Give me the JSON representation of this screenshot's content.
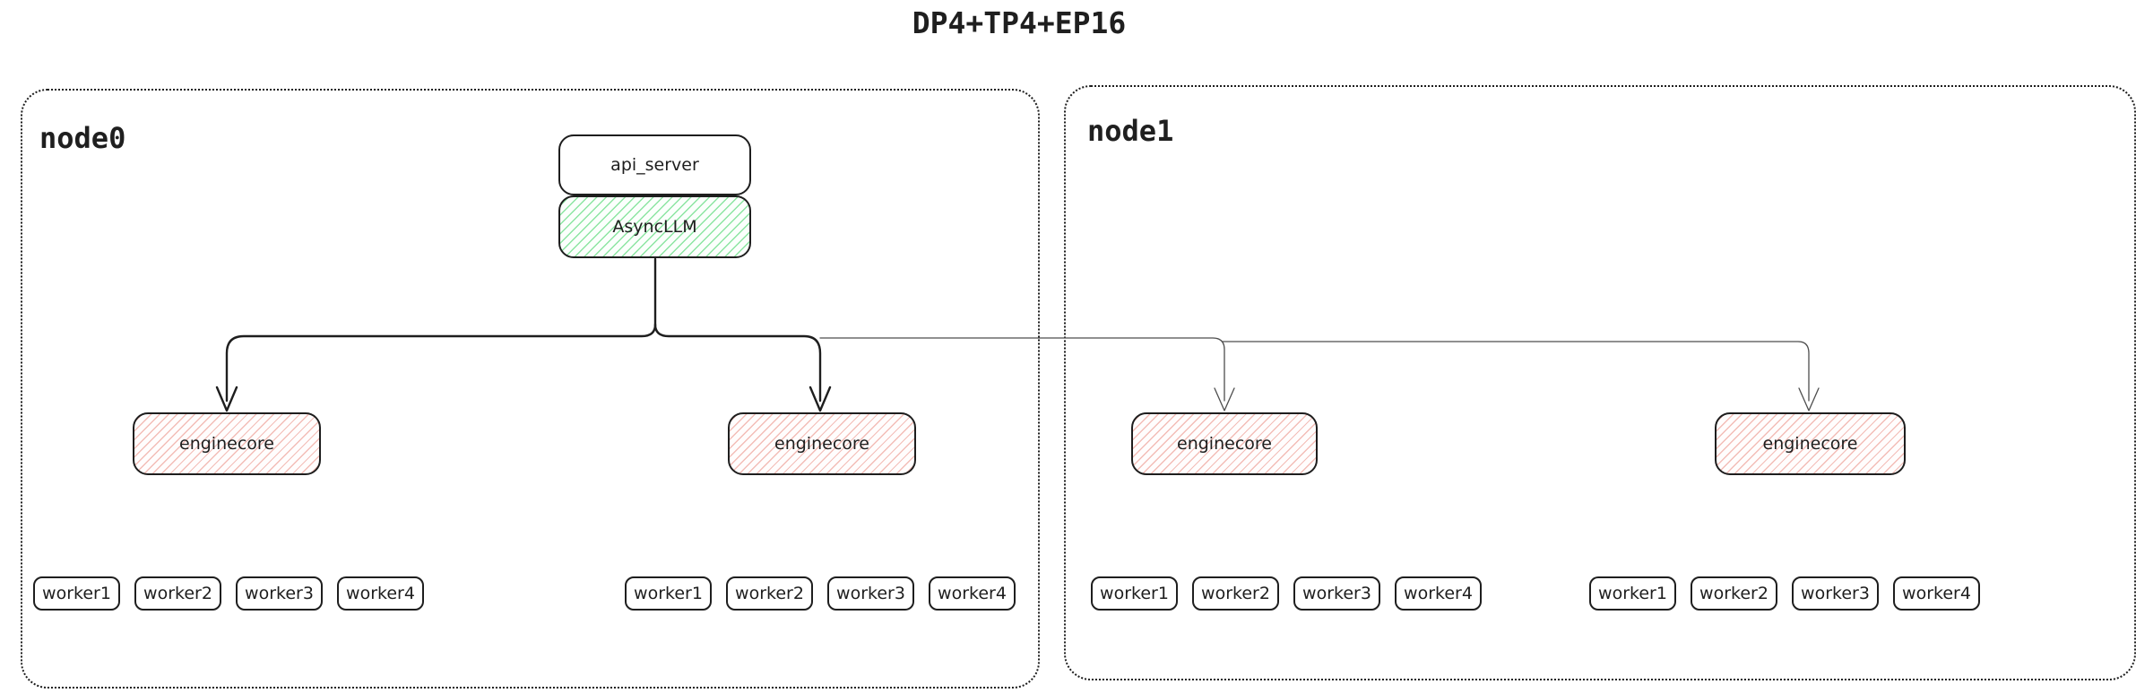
{
  "title": "DP4+TP4+EP16",
  "nodes": [
    {
      "label": "node0"
    },
    {
      "label": "node1"
    }
  ],
  "pipeline": {
    "api_server_label": "api_server",
    "async_llm_label": "AsyncLLM"
  },
  "enginecores": [
    {
      "label": "enginecore"
    },
    {
      "label": "enginecore"
    },
    {
      "label": "enginecore"
    },
    {
      "label": "enginecore"
    }
  ],
  "worker_groups": [
    {
      "workers": [
        "worker1",
        "worker2",
        "worker3",
        "worker4"
      ]
    },
    {
      "workers": [
        "worker1",
        "worker2",
        "worker3",
        "worker4"
      ]
    },
    {
      "workers": [
        "worker1",
        "worker2",
        "worker3",
        "worker4"
      ]
    },
    {
      "workers": [
        "worker1",
        "worker2",
        "worker3",
        "worker4"
      ]
    }
  ],
  "colors": {
    "line_primary": "#1e1e1e",
    "line_secondary": "#4d4d4d",
    "green_hatch": "#8ce5a2",
    "red_hatch": "#f3bdb7"
  }
}
